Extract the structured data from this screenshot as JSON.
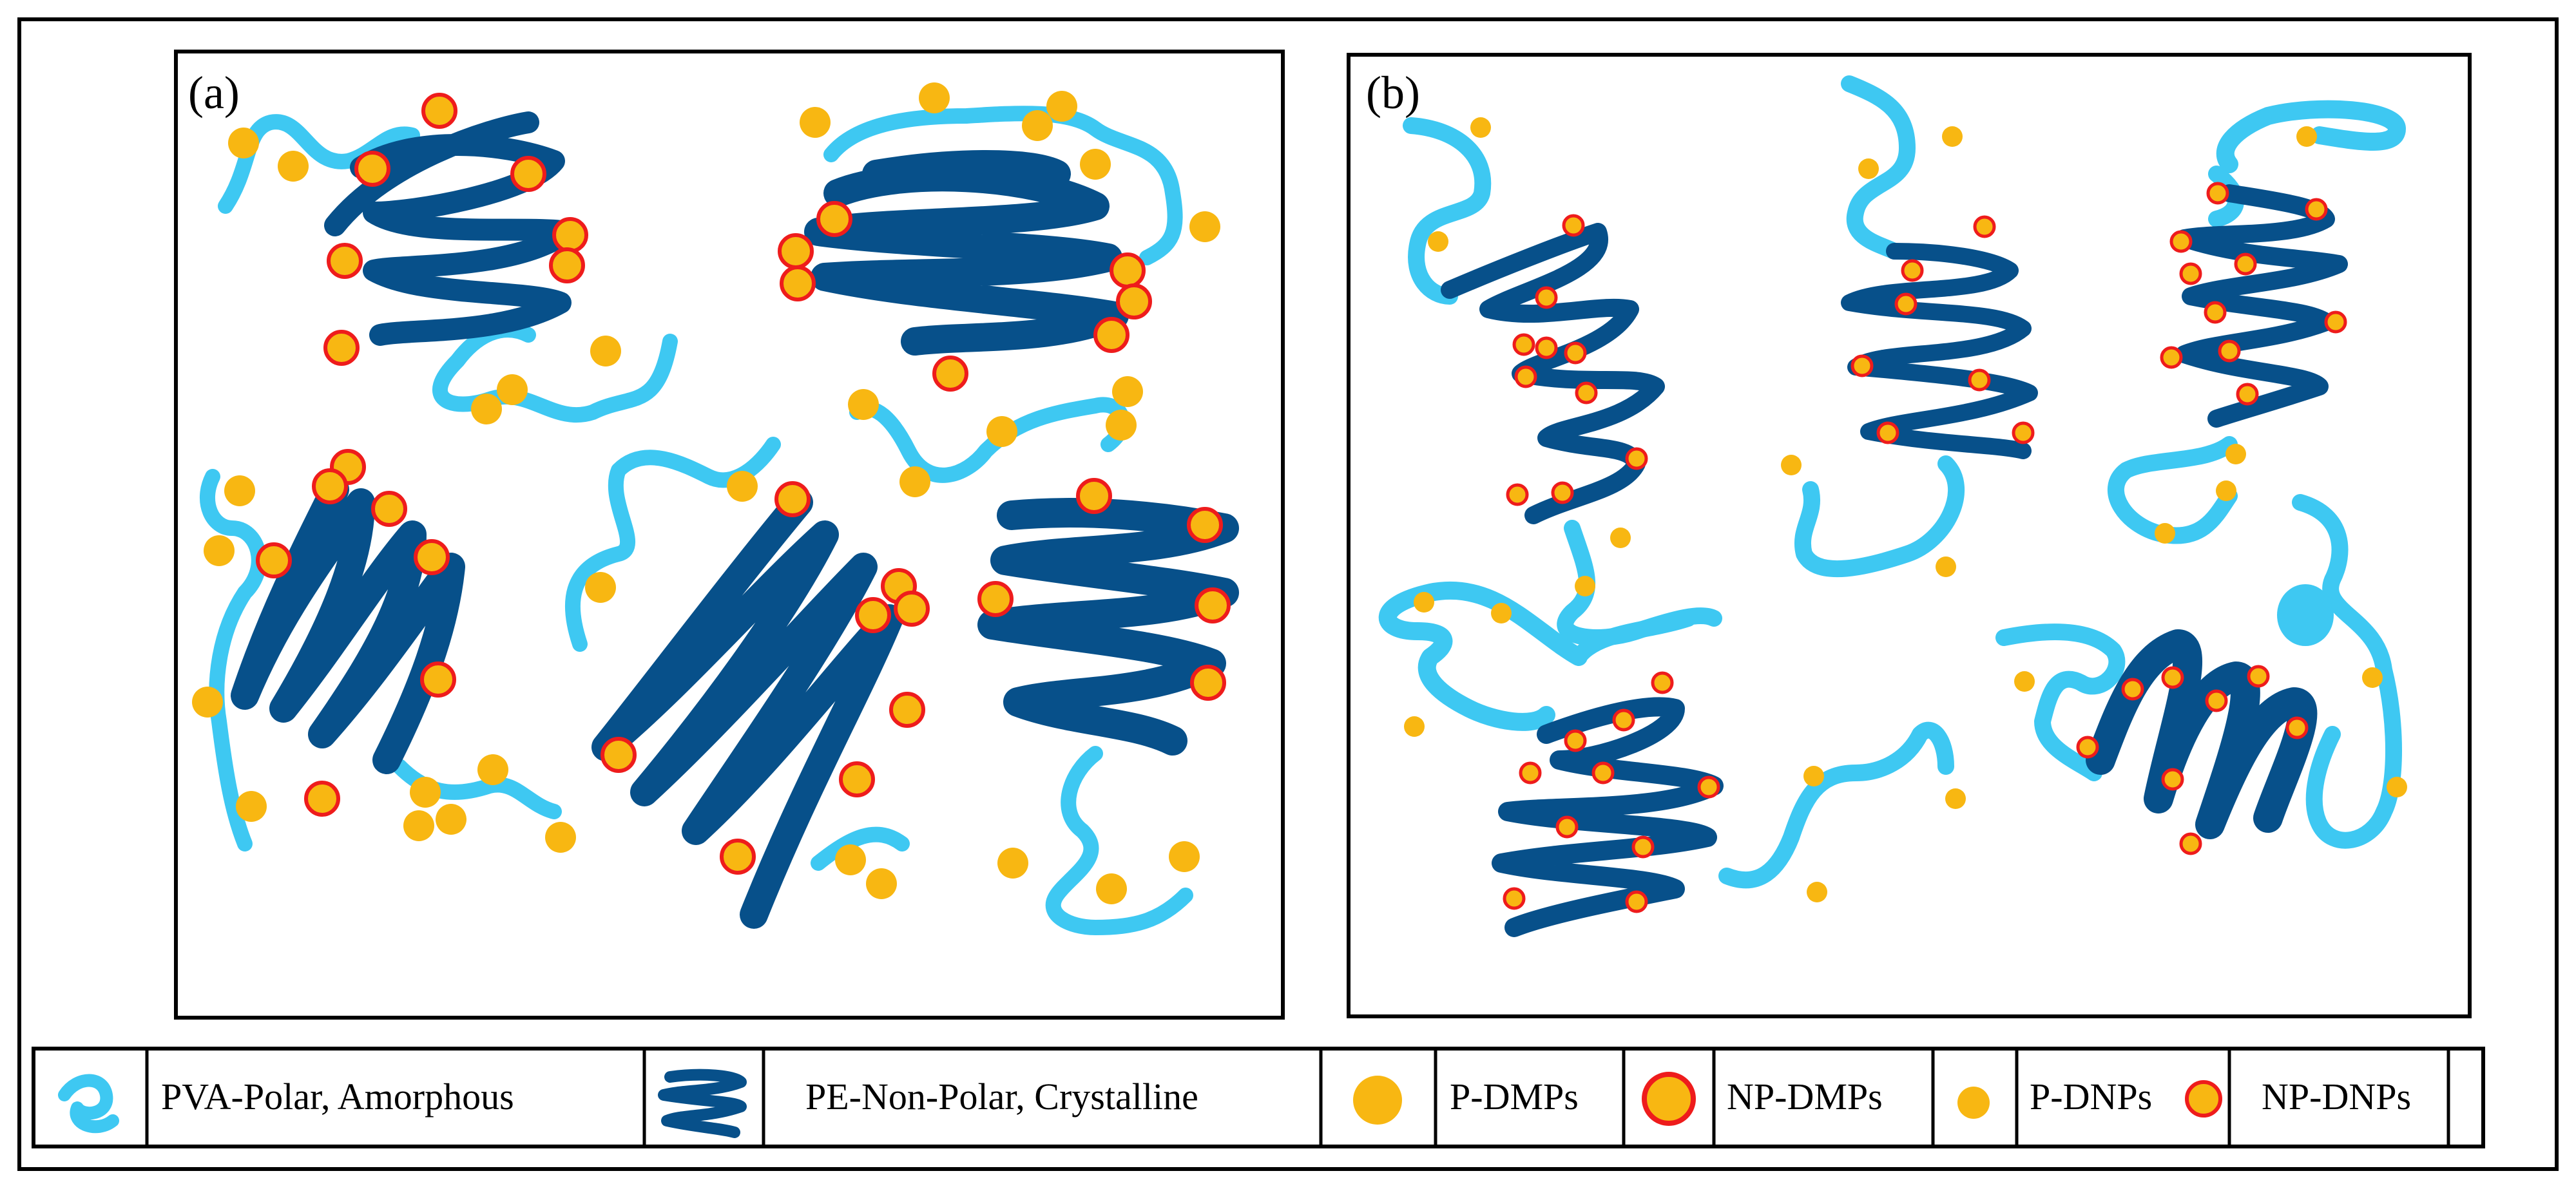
{
  "panels": {
    "a": {
      "label": "(a)"
    },
    "b": {
      "label": "(b)"
    }
  },
  "legend": [
    {
      "id": "pva",
      "icon": "pva-chain-icon",
      "label": "PVA-Polar, Amorphous"
    },
    {
      "id": "pe",
      "icon": "pe-chain-icon",
      "label": "PE-Non-Polar, Crystalline"
    },
    {
      "id": "p-dmps",
      "icon": "p-dmp-particle-icon",
      "label": "P-DMPs"
    },
    {
      "id": "np-dmps",
      "icon": "np-dmp-particle-icon",
      "label": "NP-DMPs"
    },
    {
      "id": "p-dnps",
      "icon": "p-dnp-particle-icon",
      "label": "P-DNPs"
    },
    {
      "id": "np-dnps",
      "icon": "np-dnp-particle-icon",
      "label": "NP-DNPs"
    }
  ],
  "colors": {
    "pva": "#3ec8f2",
    "pe": "#07508a",
    "particle_fill": "#f8b712",
    "particle_outline_nonpolar": "#ee1c1c"
  }
}
